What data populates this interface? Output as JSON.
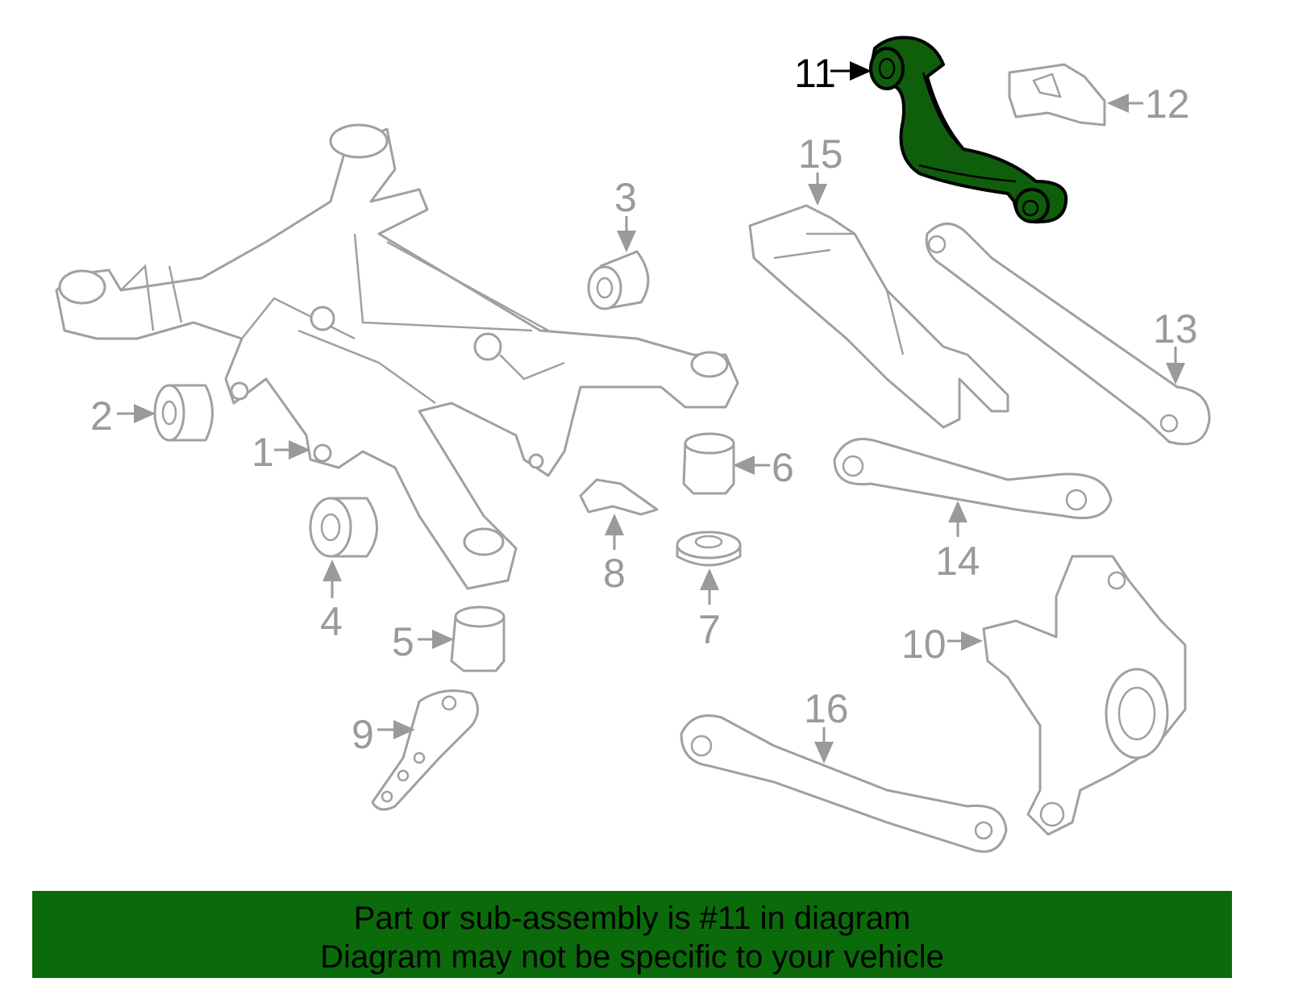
{
  "diagram": {
    "highlighted_part": "11",
    "highlight_color": "#0f5e0b",
    "labels": {
      "p1": "1",
      "p2": "2",
      "p3": "3",
      "p4": "4",
      "p5": "5",
      "p6": "6",
      "p7": "7",
      "p8": "8",
      "p9": "9",
      "p10": "10",
      "p11": "11",
      "p12": "12",
      "p13": "13",
      "p14": "14",
      "p15": "15",
      "p16": "16"
    }
  },
  "banner": {
    "line1": "Part or sub-assembly is #11 in diagram",
    "line2": "Diagram may not be specific to your vehicle",
    "color": "#0b6b0b"
  }
}
